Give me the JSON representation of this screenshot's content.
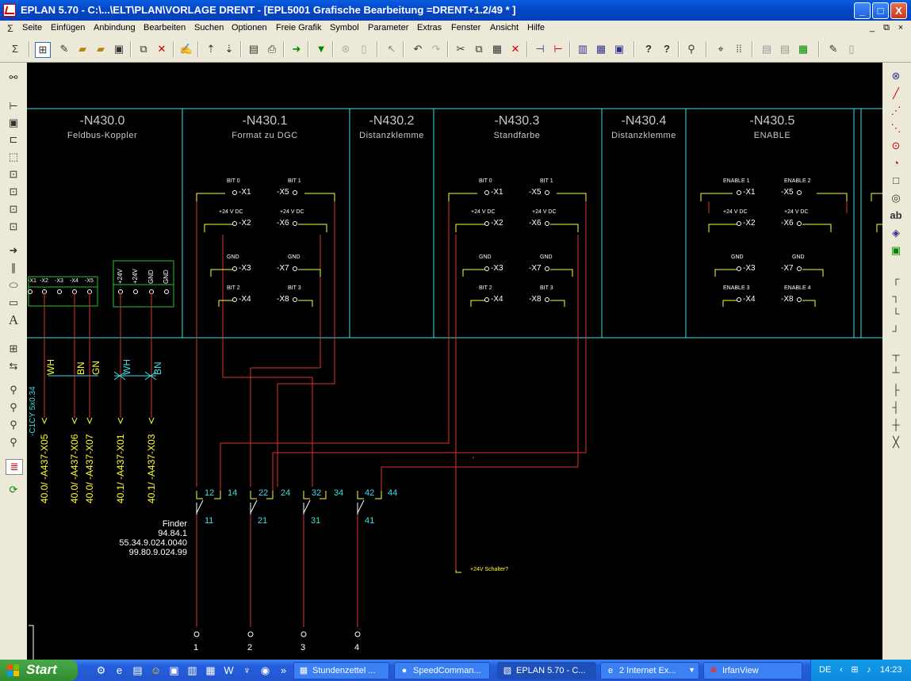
{
  "window": {
    "title": "EPLAN 5.70 - C:\\...\\ELT\\PLAN\\VORLAGE DRENT - [EPL5001 Grafische Bearbeitung =DRENT+1.2/49    * ]",
    "minimize": "_",
    "maximize": "□",
    "close": "X"
  },
  "menu": {
    "items": [
      "Seite",
      "Einfügen",
      "Anbindung",
      "Bearbeiten",
      "Suchen",
      "Optionen",
      "Freie Grafik",
      "Symbol",
      "Parameter",
      "Extras",
      "Fenster",
      "Ansicht",
      "Hilfe"
    ],
    "mdi_min": "_",
    "mdi_restore": "⧉",
    "mdi_close": "×"
  },
  "toolbar": {
    "icons": [
      "sigma-icon",
      "select-tool-icon",
      "new-page-icon",
      "open-icon",
      "open-folder-icon",
      "save-icon",
      "copy-page-icon",
      "delete-page-icon",
      "properties-icon",
      "page-up-icon",
      "page-down-icon",
      "preview-icon",
      "print-icon",
      "export-icon",
      "filter-icon",
      "disabled-icon-1",
      "disabled-icon-2",
      "pointer-icon",
      "undo-icon",
      "redo-icon",
      "cut-icon",
      "copy-icon",
      "paste-icon",
      "delete-icon",
      "connect-icon",
      "disconnect-icon",
      "macro-icon",
      "window-icon",
      "window2-icon",
      "help-icon",
      "context-help-icon",
      "find-icon",
      "snap-icon",
      "grid-icon",
      "tb-a-icon",
      "tb-b-icon",
      "tb-c-icon",
      "tb-d-icon",
      "tb-e-icon"
    ]
  },
  "schematic": {
    "modules": [
      {
        "name": "-N430.0",
        "desc": "Feldbus-Koppler"
      },
      {
        "name": "-N430.1",
        "desc": "Format zu DGC"
      },
      {
        "name": "-N430.2",
        "desc": "Distanzklemme"
      },
      {
        "name": "-N430.3",
        "desc": "Standfarbe"
      },
      {
        "name": "-N430.4",
        "desc": "Distanzklemme"
      },
      {
        "name": "-N430.5",
        "desc": "ENABLE"
      }
    ],
    "bus_coupler_pins": [
      "-X1",
      "-X2",
      "-X3",
      "-X4",
      "-X5"
    ],
    "power_pins": [
      "+24V",
      "+24V",
      "GND",
      "GND"
    ],
    "module_a": {
      "l1": "BIT 0",
      "r1": "BIT 1",
      "l2": "+24 V DC",
      "r2": "+24 V DC",
      "l3": "GND",
      "r3": "GND",
      "l4": "BIT 2",
      "r4": "BIT 3"
    },
    "module_b": {
      "l1": "BIT 0",
      "r1": "BIT 1",
      "l2": "+24 V DC",
      "r2": "+24 V DC",
      "l3": "GND",
      "r3": "GND",
      "l4": "BIT 2",
      "r4": "BIT 3"
    },
    "module_c": {
      "l1": "ENABLE 1",
      "r1": "ENABLE 2",
      "l2": "+24 V DC",
      "r2": "+24 V DC",
      "l3": "GND",
      "r3": "GND",
      "l4": "ENABLE 3",
      "r4": "ENABLE 4"
    },
    "terminals": {
      "x1": "-X1",
      "x2": "-X2",
      "x3": "-X3",
      "x4": "-X4",
      "x5": "-X5",
      "x6": "-X6",
      "x7": "-X7",
      "x8": "-X8"
    },
    "wire_colors": [
      "WH",
      "BN",
      "GN",
      "WH",
      "BN"
    ],
    "cable_label": "-C1CY 5x0.34",
    "cross_refs": [
      "40.0/ -A437-X05",
      "40.0/ -A437-X06",
      "40.0/ -A437-X07",
      "40.1/ -A437-X01",
      "40.1/ -A437-X03"
    ],
    "relay_contacts": [
      {
        "nc": "12",
        "no": "14",
        "com": "11"
      },
      {
        "nc": "22",
        "no": "24",
        "com": "21"
      },
      {
        "nc": "32",
        "no": "34",
        "com": "31"
      },
      {
        "nc": "42",
        "no": "44",
        "com": "41"
      }
    ],
    "finder": {
      "line1": "Finder",
      "line2": "94.84.1",
      "line3": "55.34.9.024.0040",
      "line4": "99.80.9.024.99"
    },
    "supply_label": "+24V Schalter?",
    "bottom_terminals": [
      "1",
      "2",
      "3",
      "4"
    ],
    "colors": {
      "wire": "#e03030",
      "border": "#3ee0e6",
      "terminal": "#ffff33",
      "text": "#c8c8c8",
      "green": "#30c030"
    }
  },
  "taskbar": {
    "start": "Start",
    "tasks": [
      "Stundenzettel ...",
      "SpeedComman...",
      "EPLAN 5.70 - C...",
      "2 Internet Ex...",
      "IrfanView"
    ],
    "lang": "DE",
    "clock": "14:23"
  }
}
